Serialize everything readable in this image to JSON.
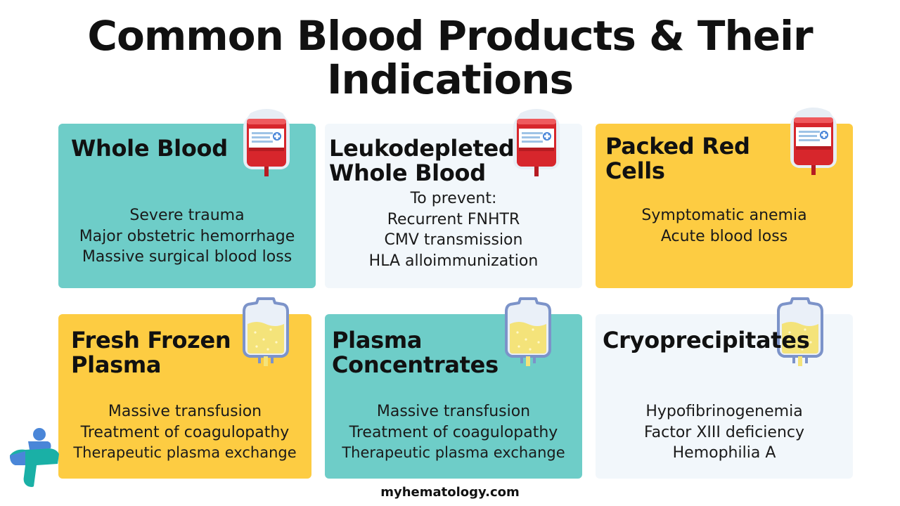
{
  "title_line1": "Common Blood Products & Their",
  "title_line2": "Indications",
  "cards": [
    {
      "heading": [
        "Whole Blood"
      ],
      "items": [
        "Severe trauma",
        "Major obstetric hemorrhage",
        "Massive surgical blood loss"
      ]
    },
    {
      "heading": [
        "Leukodepleted",
        "Whole Blood"
      ],
      "items": [
        "To prevent:",
        "Recurrent FNHTR",
        "CMV transmission",
        "HLA alloimmunization"
      ]
    },
    {
      "heading": [
        "Packed Red",
        "Cells"
      ],
      "items": [
        "Symptomatic anemia",
        "Acute blood loss"
      ]
    },
    {
      "heading": [
        "Fresh Frozen",
        "Plasma"
      ],
      "items": [
        "Massive transfusion",
        "Treatment of coagulopathy",
        "Therapeutic plasma exchange"
      ]
    },
    {
      "heading": [
        "Plasma",
        "Concentrates"
      ],
      "items": [
        "Massive transfusion",
        "Treatment of coagulopathy",
        "Therapeutic plasma exchange"
      ]
    },
    {
      "heading": [
        "Cryoprecipitates"
      ],
      "items": [
        "Hypofibrinogenemia",
        "Factor XIII deficiency",
        "Hemophilia A"
      ]
    }
  ],
  "footer": "myhematology.com",
  "colors": {
    "teal": "#6ecdc8",
    "yellow": "#fdcc42",
    "light": "#f2f7fb",
    "blood": "#d7262c",
    "plasma": "#f4e37a",
    "bag_outline": "#7c93c9"
  },
  "icons": [
    "blood-bag-icon",
    "plasma-bag-icon",
    "cross-logo-icon"
  ]
}
